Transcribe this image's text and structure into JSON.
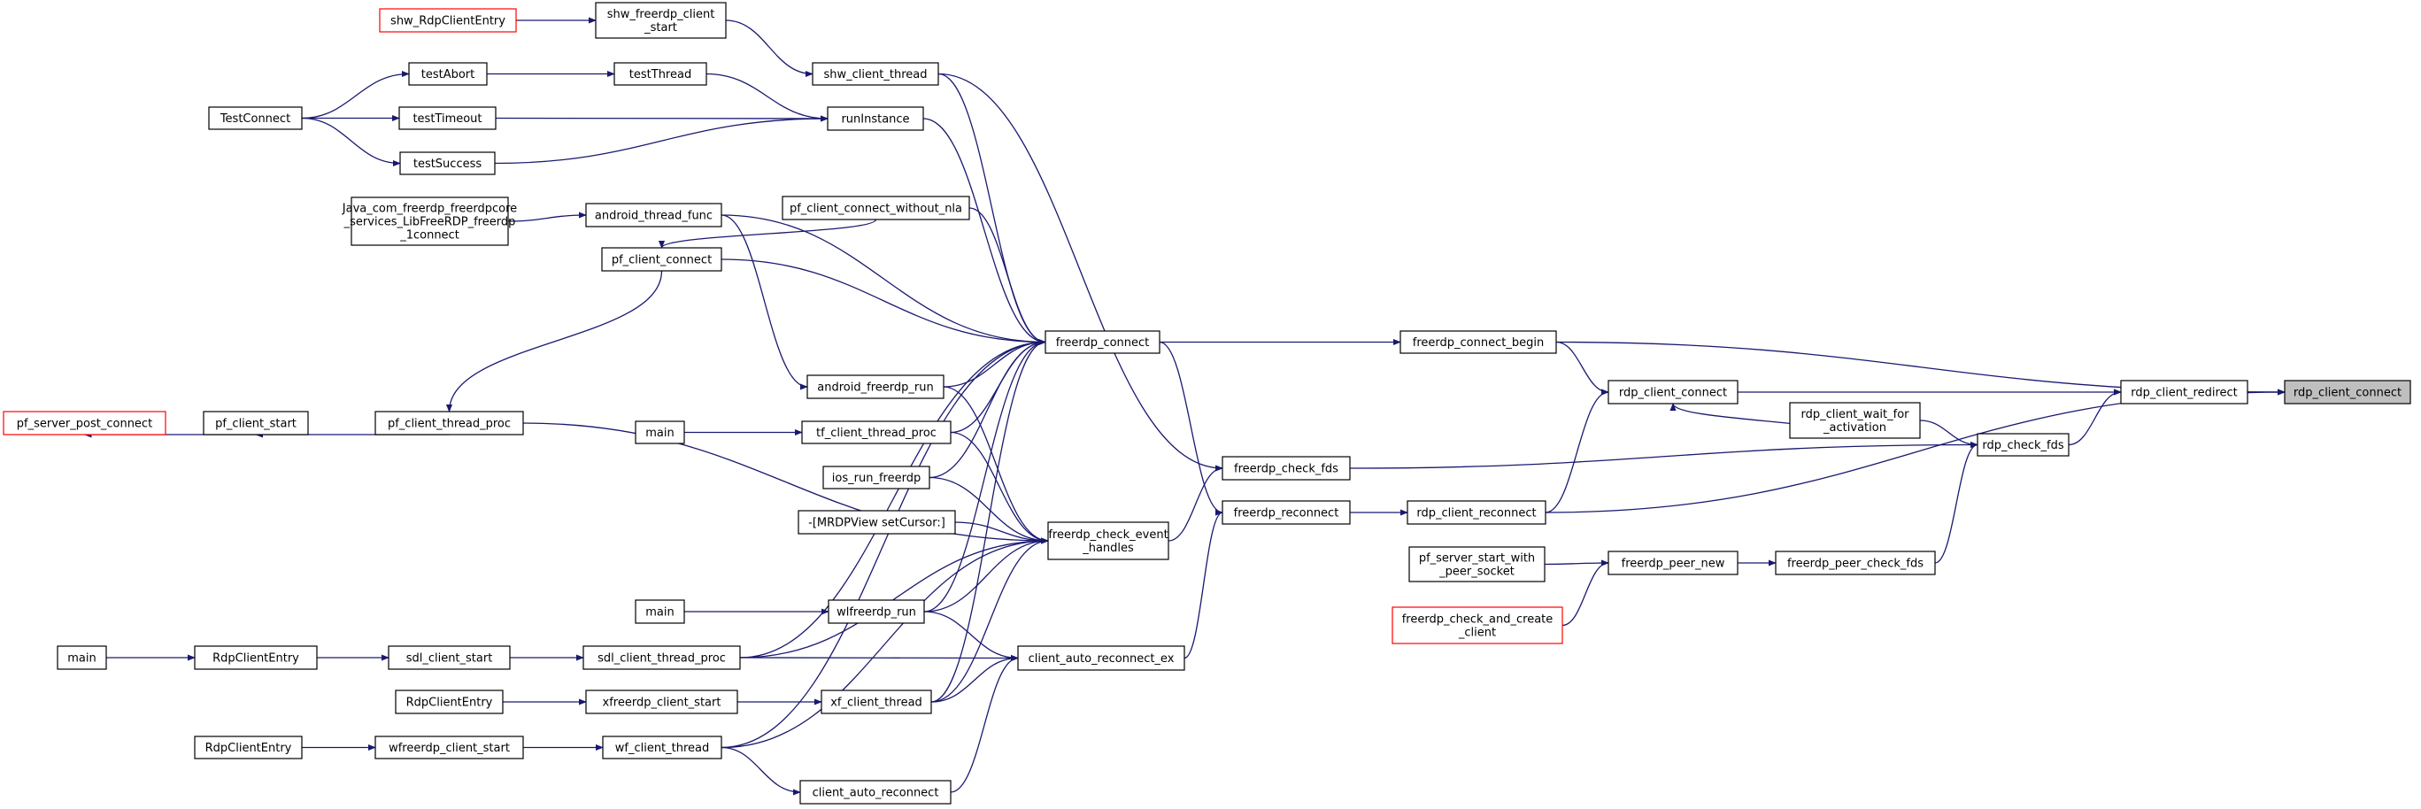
{
  "graph": {
    "edge_color": "#191970",
    "root_fill": "#bfbfbf",
    "external_border": "#ff0000",
    "nodes": {
      "rdp_client_connect_root": {
        "label": [
          "rdp_client_connect"
        ],
        "kind": "root"
      },
      "freerdp_connect_begin": {
        "label": [
          "freerdp_connect_begin"
        ]
      },
      "rdp_client_redirect": {
        "label": [
          "rdp_client_redirect"
        ]
      },
      "rdp_client_connect": {
        "label": [
          "rdp_client_connect"
        ]
      },
      "rdp_check_fds": {
        "label": [
          "rdp_check_fds"
        ]
      },
      "rdp_client_wait_for_activation": {
        "label": [
          "rdp_client_wait_for",
          "_activation"
        ]
      },
      "rdp_client_reconnect": {
        "label": [
          "rdp_client_reconnect"
        ]
      },
      "freerdp_peer_check_fds": {
        "label": [
          "freerdp_peer_check_fds"
        ]
      },
      "freerdp_peer_new": {
        "label": [
          "freerdp_peer_new"
        ]
      },
      "pf_server_start_with_peer_socket": {
        "label": [
          "pf_server_start_with",
          "_peer_socket"
        ]
      },
      "freerdp_check_and_create_client": {
        "label": [
          "freerdp_check_and_create",
          "_client"
        ],
        "kind": "ext"
      },
      "freerdp_connect": {
        "label": [
          "freerdp_connect"
        ]
      },
      "freerdp_check_fds": {
        "label": [
          "freerdp_check_fds"
        ]
      },
      "freerdp_reconnect": {
        "label": [
          "freerdp_reconnect"
        ]
      },
      "freerdp_check_event_handles": {
        "label": [
          "freerdp_check_event",
          "_handles"
        ]
      },
      "client_auto_reconnect_ex": {
        "label": [
          "client_auto_reconnect_ex"
        ]
      },
      "client_auto_reconnect": {
        "label": [
          "client_auto_reconnect"
        ]
      },
      "shw_client_thread": {
        "label": [
          "shw_client_thread"
        ]
      },
      "shw_freerdp_client_start": {
        "label": [
          "shw_freerdp_client",
          "_start"
        ]
      },
      "shw_RdpClientEntry": {
        "label": [
          "shw_RdpClientEntry"
        ],
        "kind": "ext"
      },
      "runInstance": {
        "label": [
          "runInstance"
        ]
      },
      "testThread": {
        "label": [
          "testThread"
        ]
      },
      "testAbort": {
        "label": [
          "testAbort"
        ]
      },
      "testTimeout": {
        "label": [
          "testTimeout"
        ]
      },
      "testSuccess": {
        "label": [
          "testSuccess"
        ]
      },
      "TestConnect": {
        "label": [
          "TestConnect"
        ]
      },
      "pf_client_connect_without_nla": {
        "label": [
          "pf_client_connect_without_nla"
        ]
      },
      "android_thread_func": {
        "label": [
          "android_thread_func"
        ]
      },
      "java_connect": {
        "label": [
          "Java_com_freerdp_freerdpcore",
          "_services_LibFreeRDP_freerdp",
          "_1connect"
        ]
      },
      "pf_client_connect": {
        "label": [
          "pf_client_connect"
        ]
      },
      "pf_client_thread_proc": {
        "label": [
          "pf_client_thread_proc"
        ]
      },
      "pf_client_start": {
        "label": [
          "pf_client_start"
        ]
      },
      "pf_server_post_connect": {
        "label": [
          "pf_server_post_connect"
        ],
        "kind": "ext"
      },
      "android_freerdp_run": {
        "label": [
          "android_freerdp_run"
        ]
      },
      "tf_client_thread_proc": {
        "label": [
          "tf_client_thread_proc"
        ]
      },
      "main_tf": {
        "label": [
          "main"
        ]
      },
      "ios_run_freerdp": {
        "label": [
          "ios_run_freerdp"
        ]
      },
      "mrdpview_setcursor": {
        "label": [
          "-[MRDPView setCursor:]"
        ]
      },
      "wlfreerdp_run": {
        "label": [
          "wlfreerdp_run"
        ]
      },
      "main_wl": {
        "label": [
          "main"
        ]
      },
      "sdl_client_thread_proc": {
        "label": [
          "sdl_client_thread_proc"
        ]
      },
      "sdl_client_start": {
        "label": [
          "sdl_client_start"
        ]
      },
      "RdpClientEntry_sdl": {
        "label": [
          "RdpClientEntry"
        ]
      },
      "main_sdl": {
        "label": [
          "main"
        ]
      },
      "xf_client_thread": {
        "label": [
          "xf_client_thread"
        ]
      },
      "xfreerdp_client_start": {
        "label": [
          "xfreerdp_client_start"
        ]
      },
      "RdpClientEntry_xf": {
        "label": [
          "RdpClientEntry"
        ]
      },
      "wf_client_thread": {
        "label": [
          "wf_client_thread"
        ]
      },
      "wfreerdp_client_start": {
        "label": [
          "wfreerdp_client_start"
        ]
      },
      "RdpClientEntry_wf": {
        "label": [
          "RdpClientEntry"
        ]
      }
    },
    "edges": [
      [
        "rdp_client_redirect",
        "rdp_client_connect_root"
      ],
      [
        "freerdp_connect_begin",
        "rdp_client_connect_root"
      ],
      [
        "rdp_client_reconnect",
        "rdp_client_connect_root"
      ],
      [
        "rdp_client_connect",
        "rdp_client_redirect"
      ],
      [
        "rdp_check_fds",
        "rdp_client_redirect"
      ],
      [
        "rdp_client_wait_for_activation",
        "rdp_check_fds"
      ],
      [
        "freerdp_check_fds",
        "rdp_check_fds"
      ],
      [
        "freerdp_peer_check_fds",
        "rdp_check_fds"
      ],
      [
        "rdp_client_wait_for_activation",
        "rdp_client_connect"
      ],
      [
        "freerdp_connect_begin",
        "rdp_client_connect"
      ],
      [
        "rdp_client_reconnect",
        "rdp_client_connect"
      ],
      [
        "freerdp_connect",
        "freerdp_connect_begin"
      ],
      [
        "freerdp_reconnect",
        "rdp_client_reconnect"
      ],
      [
        "freerdp_peer_new",
        "freerdp_peer_check_fds"
      ],
      [
        "pf_server_start_with_peer_socket",
        "freerdp_peer_new"
      ],
      [
        "freerdp_check_and_create_client",
        "freerdp_peer_new"
      ],
      [
        "freerdp_check_event_handles",
        "freerdp_check_fds"
      ],
      [
        "shw_client_thread",
        "freerdp_check_fds"
      ],
      [
        "freerdp_connect",
        "freerdp_reconnect"
      ],
      [
        "client_auto_reconnect_ex",
        "freerdp_reconnect"
      ],
      [
        "shw_client_thread",
        "freerdp_connect"
      ],
      [
        "runInstance",
        "freerdp_connect"
      ],
      [
        "android_thread_func",
        "freerdp_connect"
      ],
      [
        "pf_client_connect_without_nla",
        "freerdp_connect"
      ],
      [
        "pf_client_connect",
        "freerdp_connect"
      ],
      [
        "sdl_client_thread_proc",
        "freerdp_connect"
      ],
      [
        "android_freerdp_run",
        "freerdp_connect"
      ],
      [
        "tf_client_thread_proc",
        "freerdp_connect"
      ],
      [
        "ios_run_freerdp",
        "freerdp_connect"
      ],
      [
        "wlfreerdp_run",
        "freerdp_connect"
      ],
      [
        "xf_client_thread",
        "freerdp_connect"
      ],
      [
        "wf_client_thread",
        "freerdp_connect"
      ],
      [
        "pf_client_thread_proc",
        "freerdp_check_event_handles"
      ],
      [
        "android_freerdp_run",
        "freerdp_check_event_handles"
      ],
      [
        "tf_client_thread_proc",
        "freerdp_check_event_handles"
      ],
      [
        "ios_run_freerdp",
        "freerdp_check_event_handles"
      ],
      [
        "mrdpview_setcursor",
        "freerdp_check_event_handles"
      ],
      [
        "wlfreerdp_run",
        "freerdp_check_event_handles"
      ],
      [
        "sdl_client_thread_proc",
        "freerdp_check_event_handles"
      ],
      [
        "xf_client_thread",
        "freerdp_check_event_handles"
      ],
      [
        "wf_client_thread",
        "freerdp_check_event_handles"
      ],
      [
        "client_auto_reconnect",
        "client_auto_reconnect_ex"
      ],
      [
        "sdl_client_thread_proc",
        "client_auto_reconnect_ex"
      ],
      [
        "xf_client_thread",
        "client_auto_reconnect_ex"
      ],
      [
        "wlfreerdp_run",
        "client_auto_reconnect_ex"
      ],
      [
        "wf_client_thread",
        "client_auto_reconnect"
      ],
      [
        "shw_freerdp_client_start",
        "shw_client_thread"
      ],
      [
        "shw_RdpClientEntry",
        "shw_freerdp_client_start"
      ],
      [
        "testThread",
        "runInstance"
      ],
      [
        "testTimeout",
        "runInstance"
      ],
      [
        "testSuccess",
        "runInstance"
      ],
      [
        "testAbort",
        "testThread"
      ],
      [
        "TestConnect",
        "testAbort"
      ],
      [
        "TestConnect",
        "testTimeout"
      ],
      [
        "TestConnect",
        "testSuccess"
      ],
      [
        "android_thread_func",
        "android_freerdp_run"
      ],
      [
        "java_connect",
        "android_thread_func"
      ],
      [
        "pf_client_connect_without_nla",
        "pf_client_connect"
      ],
      [
        "pf_client_connect",
        "pf_client_thread_proc"
      ],
      [
        "pf_client_thread_proc",
        "pf_client_start"
      ],
      [
        "pf_client_start",
        "pf_server_post_connect"
      ],
      [
        "main_tf",
        "tf_client_thread_proc"
      ],
      [
        "main_wl",
        "wlfreerdp_run"
      ],
      [
        "sdl_client_start",
        "sdl_client_thread_proc"
      ],
      [
        "RdpClientEntry_sdl",
        "sdl_client_start"
      ],
      [
        "main_sdl",
        "RdpClientEntry_sdl"
      ],
      [
        "xfreerdp_client_start",
        "xf_client_thread"
      ],
      [
        "RdpClientEntry_xf",
        "xfreerdp_client_start"
      ],
      [
        "wfreerdp_client_start",
        "wf_client_thread"
      ],
      [
        "RdpClientEntry_wf",
        "wfreerdp_client_start"
      ]
    ]
  }
}
